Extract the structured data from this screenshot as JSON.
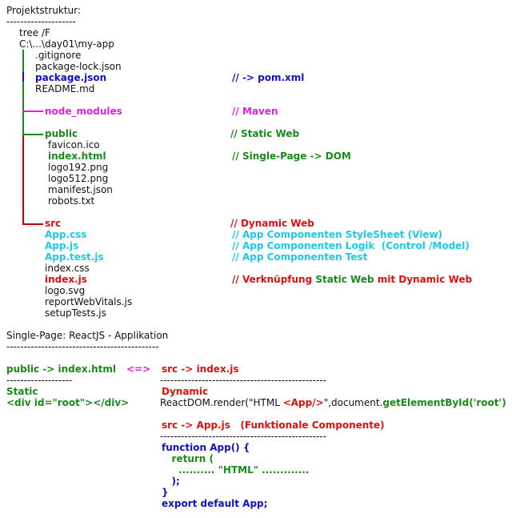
{
  "colors": {
    "black": "#111111",
    "blue": "#1010c8",
    "magenta": "#e020e0",
    "green": "#1a8a1a",
    "red": "#e01010",
    "cyan": "#20c8e8",
    "tree_line_green": "#1a8a1a",
    "tree_line_red": "#c00000",
    "tree_line_blue": "#1010c8"
  },
  "header": {
    "title": "Projektstruktur:",
    "underline": "--------------------"
  },
  "tree": {
    "cmd": "tree /F",
    "path": "C:\\...\\day01\\my-app",
    "gitignore": ".gitignore",
    "package_lock": "package-lock.json",
    "package_json": "package.json",
    "package_json_comment": "// -> pom.xml",
    "readme": "README.md",
    "node_modules": "node_modules",
    "node_modules_comment": "// Maven",
    "public": "public",
    "public_comment": "// Static Web",
    "favicon": "favicon.ico",
    "index_html": "index.html",
    "index_html_comment": "// Single-Page -> DOM",
    "logo192": "logo192.png",
    "logo512": "logo512.png",
    "manifest": "manifest.json",
    "robots": "robots.txt",
    "src": "src",
    "src_comment": "// Dynamic Web",
    "app_css": "App.css",
    "app_css_comment": "// App Componenten StyleSheet (View)",
    "app_js": "App.js",
    "app_js_comment": "// App Componenten Logik  (Control /Model)",
    "app_test": "App.test.js",
    "app_test_comment": "// App Componenten Test",
    "index_css": "index.css",
    "index_js": "index.js",
    "index_js_comment_a": "// Verknüpfung ",
    "index_js_comment_b": "Static Web",
    "index_js_comment_c": " mit Dynamic Web",
    "logo_svg": "logo.svg",
    "report": "reportWebVitals.js",
    "setup": "setupTests.js"
  },
  "single_page": {
    "title": "Single-Page: ReactJS - Applikation",
    "underline": "--------------------------------------------",
    "public_label": "public -> index.html",
    "arrow": "<=>",
    "src_label": "src -> index.js",
    "left_dash": "-------------------",
    "right_dash": "------------------------------------------------",
    "static": "Static",
    "root_div": "<div id=\"root\"></div>",
    "dynamic": "Dynamic",
    "render_a": "ReactDOM.render(\"HTML ",
    "render_b": "<App/>",
    "render_c": "\",document.",
    "render_d": "getElementById('root')",
    "app_heading": "src -> App.js   (Funktionale Componente)",
    "right_dash2": "------------------------------------------------",
    "code_1": "function App() {",
    "code_2": "   return (",
    "code_3": "     .......... \"HTML\" .............",
    "code_4": "   );",
    "code_5": "}",
    "code_6": "export default App;"
  }
}
